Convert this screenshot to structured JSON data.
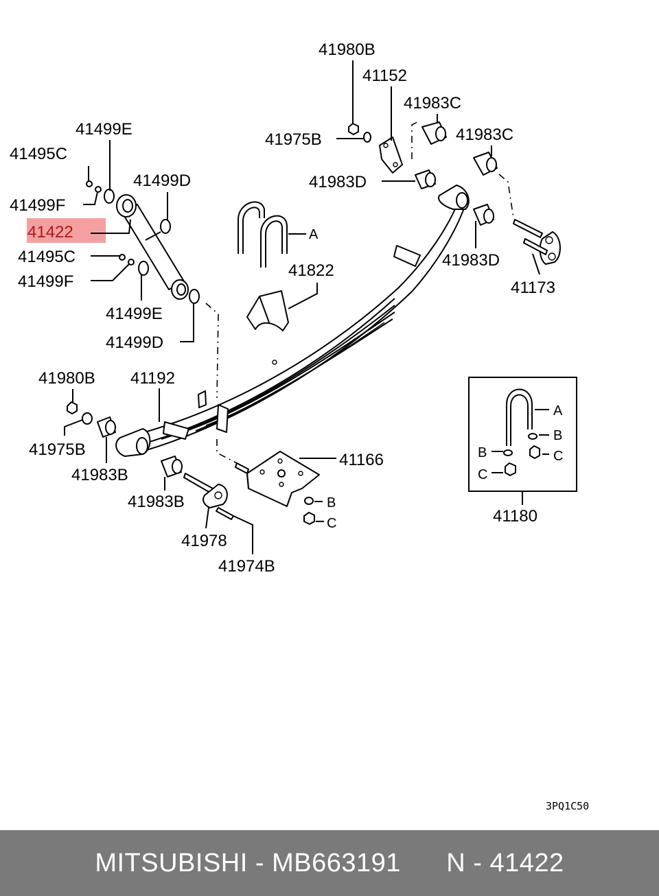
{
  "callouts": {
    "c41980B_top": "41980B",
    "c41152": "41152",
    "c41983C_a": "41983C",
    "c41975B_top": "41975B",
    "c41983C_b": "41983C",
    "c41983D_a": "41983D",
    "c41983D_b": "41983D",
    "c41173": "41173",
    "c41499E_top": "41499E",
    "c41495C_top": "41495C",
    "c41499D_top": "41499D",
    "c41499F_top": "41499F",
    "c41422": "41422",
    "c41495C_mid": "41495C",
    "c41499F_mid": "41499F",
    "c41499E_bot": "41499E",
    "c41499D_bot": "41499D",
    "cA_ubolt": "A",
    "c41822": "41822",
    "c41980B_bot": "41980B",
    "c41192": "41192",
    "c41975B_bot": "41975B",
    "c41983B_a": "41983B",
    "c41983B_b": "41983B",
    "c41166": "41166",
    "cB_plate": "B",
    "cC_plate": "C",
    "c41978": "41978",
    "c41974B": "41974B"
  },
  "inset": {
    "label": "41180",
    "A": "A",
    "B_right": "B",
    "B_left": "B",
    "C_right": "C",
    "C_left": "C"
  },
  "diagram_code": "3PQ1C50",
  "highlight_color": "#f4a0a0",
  "footer": {
    "brand": "MITSUBISHI",
    "separator": " - ",
    "part_number": "MB663191",
    "gap": "      ",
    "ref_prefix": "N",
    "ref_number": "41422"
  }
}
